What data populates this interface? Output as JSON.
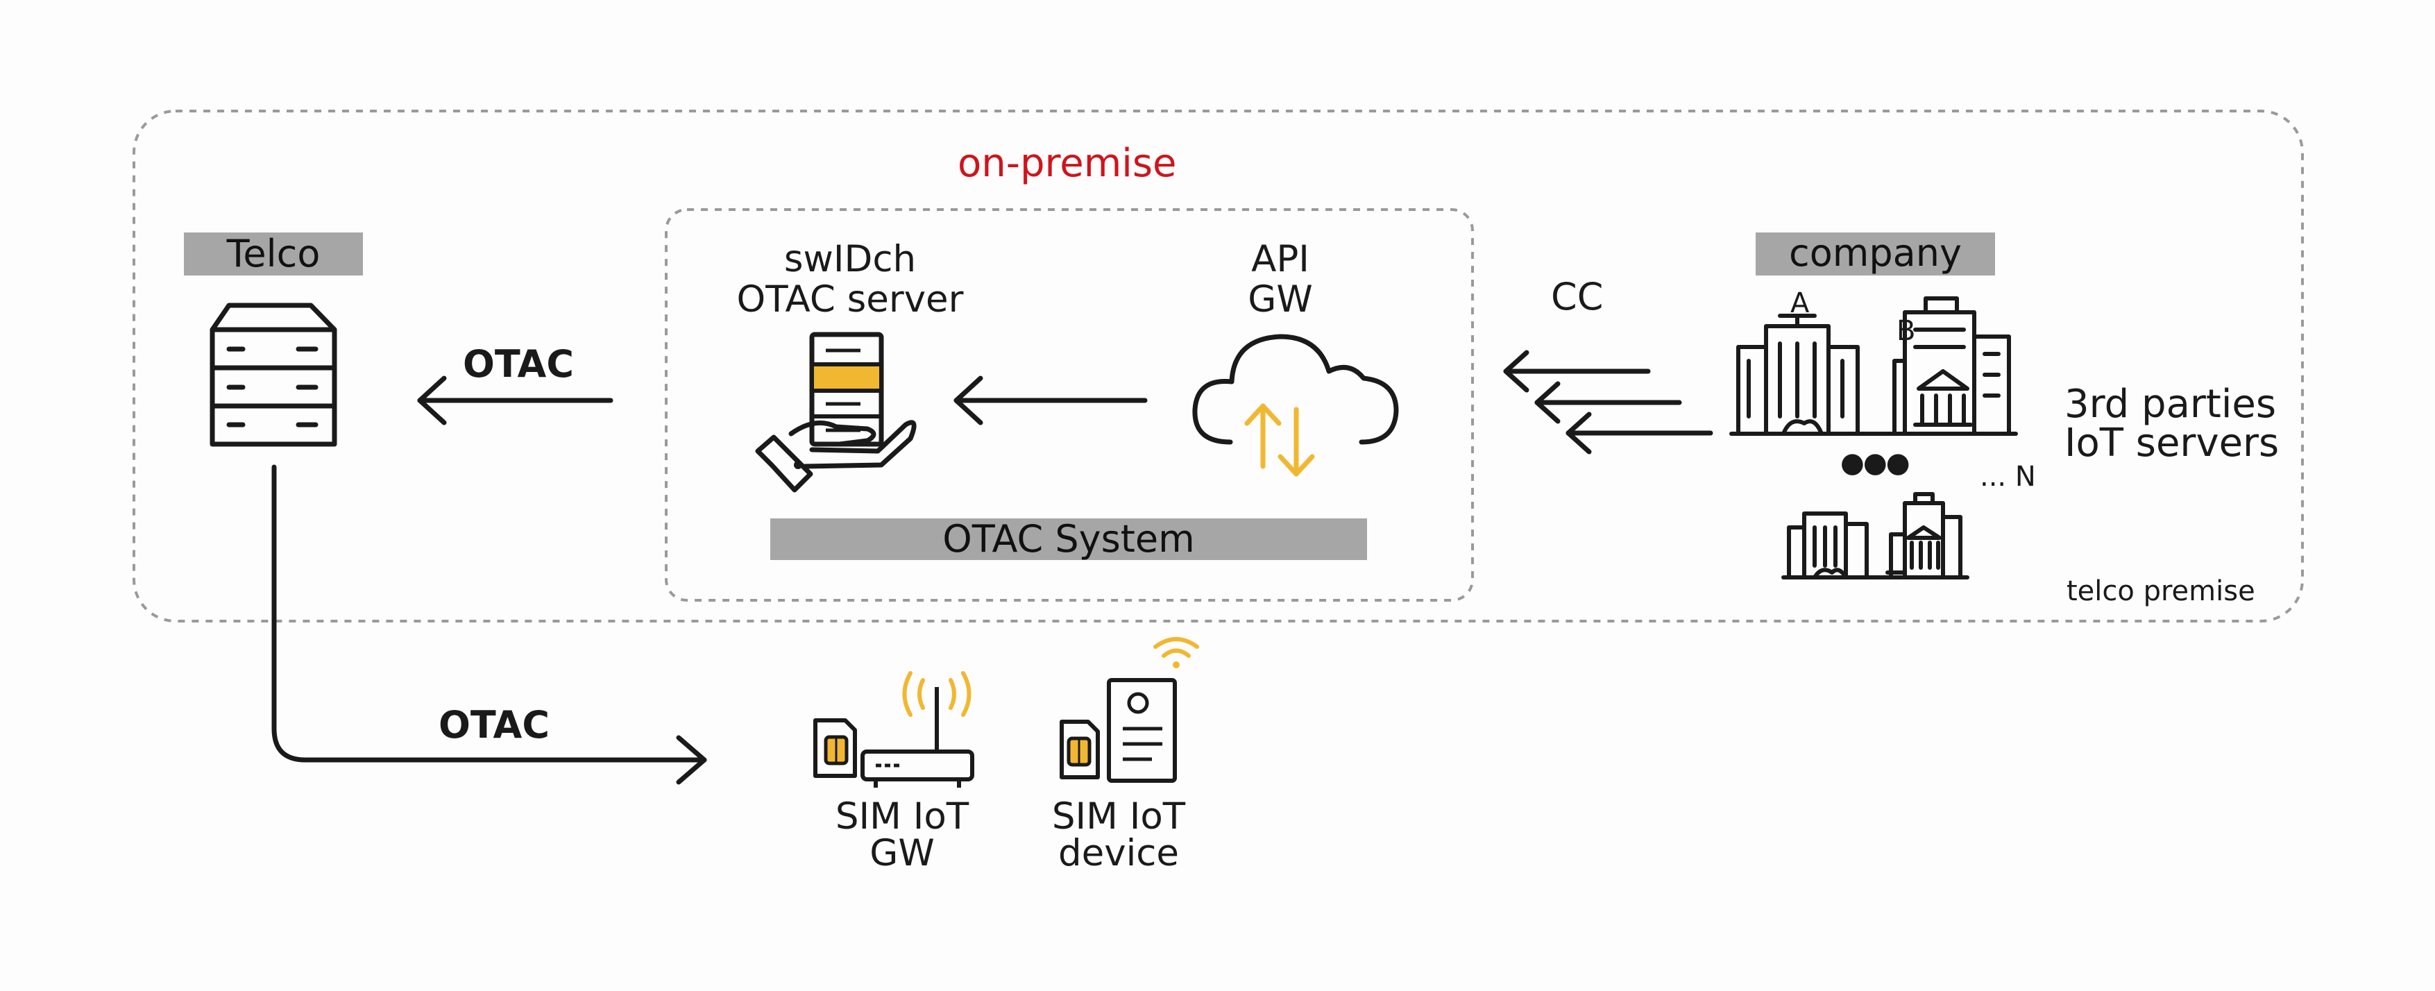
{
  "labels": {
    "on_premise": "on-premise",
    "telco": "Telco",
    "server_line1": "swIDch",
    "server_line2": "OTAC server",
    "api_line1": "API",
    "api_line2": "GW",
    "otac_upper": "OTAC",
    "otac_lower": "OTAC",
    "otac_system": "OTAC System",
    "cc": "CC",
    "company": "company",
    "building_a": "A",
    "building_b": "B",
    "dots": "●●●",
    "ellipsis_n": "... N",
    "third_parties_line1": "3rd parties",
    "third_parties_line2": "IoT servers",
    "telco_premise": "telco premise",
    "sim_gw_line1": "SIM IoT",
    "sim_gw_line2": "GW",
    "sim_device_line1": "SIM IoT",
    "sim_device_line2": "device"
  },
  "colors": {
    "accent_yellow": "#f2b731",
    "red_label": "#d0141c",
    "gray_tag": "#a6a6a6",
    "ink": "#1a1a1a",
    "dash": "#9a9a9a"
  },
  "icons": {
    "telco": "server-rack-icon",
    "otac_server": "server-in-hand-icon",
    "api_gw": "cloud-updown-icon",
    "buildings": "office-buildings-icon",
    "sim_gw": "sim-router-icon",
    "sim_device": "sim-device-icon"
  }
}
